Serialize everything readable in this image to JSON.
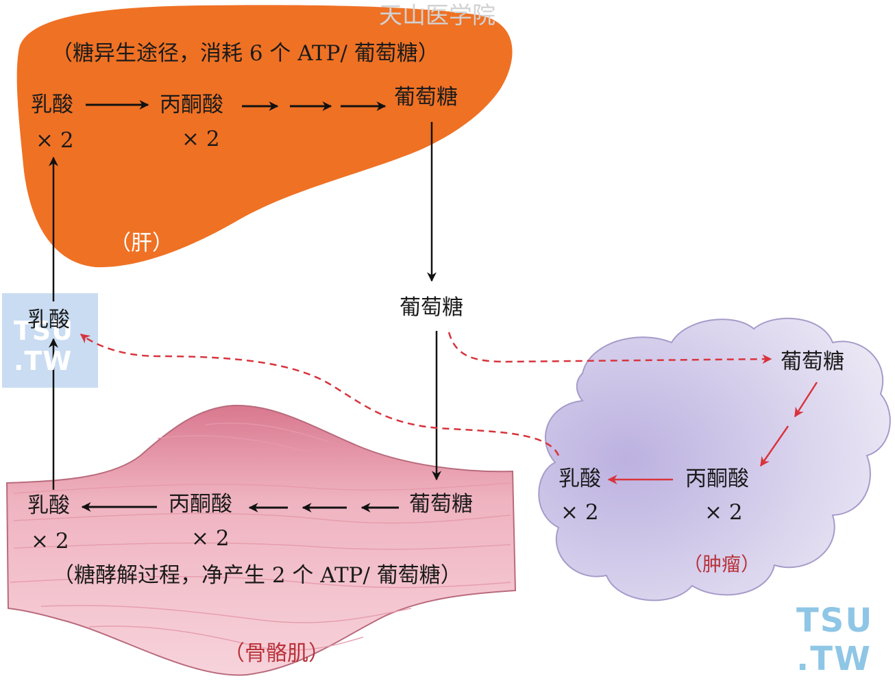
{
  "watermark_top": "天山医学院",
  "watermark_logo": {
    "line1": "TSU",
    "line2": ".TW"
  },
  "liver": {
    "label": "（肝）",
    "pathway_note": "（糖异生途径，消耗 6 个 ATP/ 葡萄糖）",
    "lactate": "乳酸",
    "lactate_count": "× 2",
    "pyruvate": "丙酮酸",
    "pyruvate_count": "× 2",
    "glucose": "葡萄糖",
    "color": "#ef7124"
  },
  "blood": {
    "lactate": "乳酸",
    "glucose": "葡萄糖"
  },
  "muscle": {
    "label": "（骨骼肌）",
    "pathway_note": "（糖酵解过程，净产生 2 个 ATP/ 葡萄糖）",
    "lactate": "乳酸",
    "lactate_count": "× 2",
    "pyruvate": "丙酮酸",
    "pyruvate_count": "× 2",
    "glucose": "葡萄糖",
    "color": "#f0b7c4"
  },
  "tumor": {
    "label": "（肿瘤）",
    "lactate": "乳酸",
    "lactate_count": "× 2",
    "pyruvate": "丙酮酸",
    "pyruvate_count": "× 2",
    "glucose": "葡萄糖",
    "color": "#cdc6e8"
  },
  "colors": {
    "arrow_black": "#111111",
    "arrow_red": "#d8333c"
  }
}
